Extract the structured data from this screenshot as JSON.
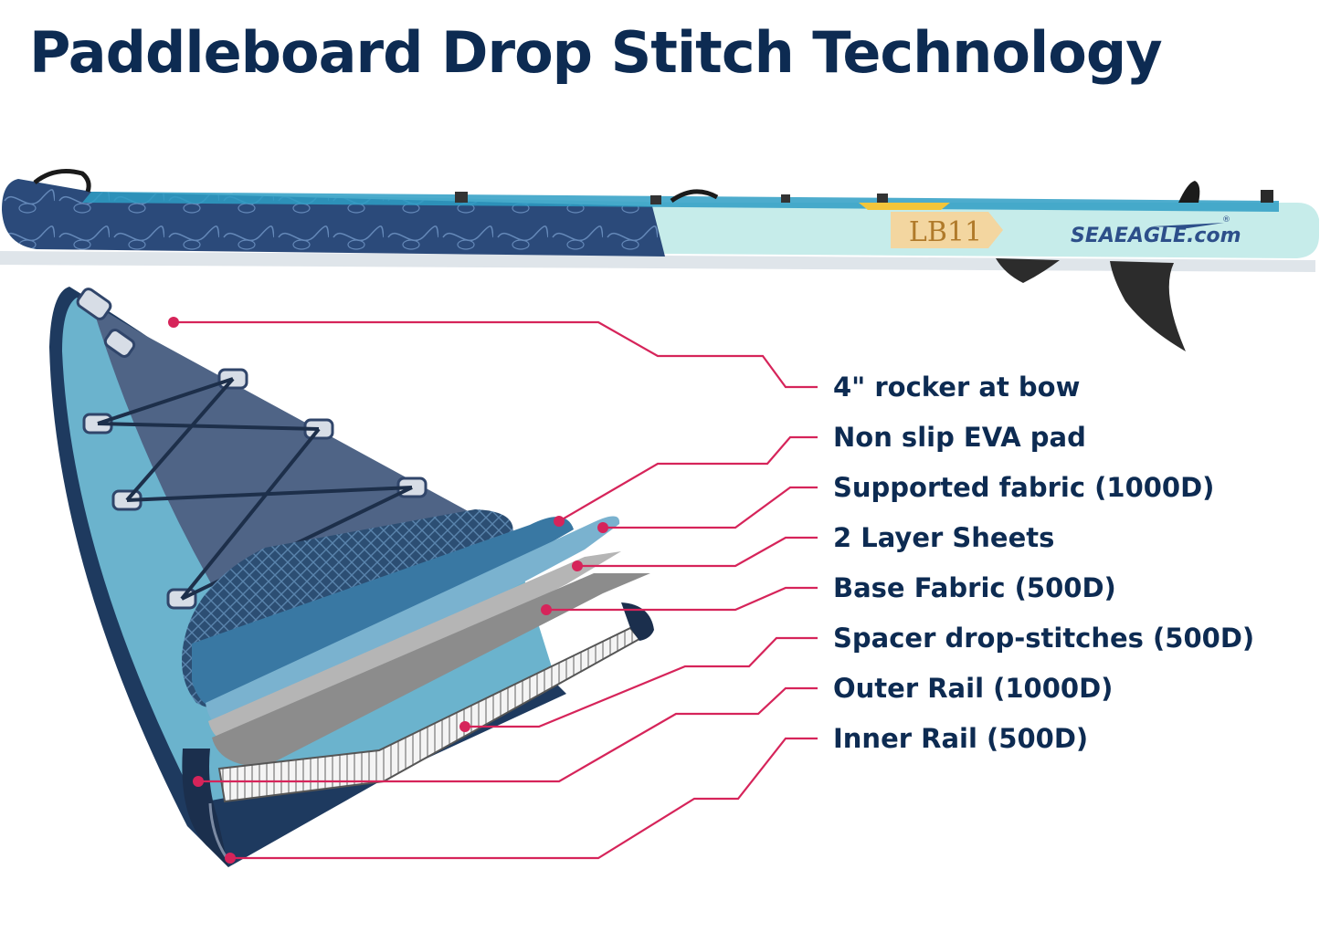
{
  "title": "Paddleboard Drop Stitch Technology",
  "board": {
    "model_badge": "LB11",
    "brand_logo": "SEAEAGLE.com",
    "brand_mark": "®"
  },
  "callouts": [
    {
      "label": "4\" rocker at bow"
    },
    {
      "label": "Non slip EVA pad"
    },
    {
      "label": "Supported fabric (1000D)"
    },
    {
      "label": "2 Layer Sheets"
    },
    {
      "label": "Base Fabric (500D)"
    },
    {
      "label": "Spacer drop-stitches (500D)"
    },
    {
      "label": "Outer Rail (1000D)"
    },
    {
      "label": "Inner Rail (500D)"
    }
  ],
  "colors": {
    "title": "#0d2b52",
    "label": "#0d2b52",
    "leader": "#d6245a",
    "board_navy": "#2b4a7a",
    "board_mint": "#c6ecea",
    "badge": "#f3d6a0",
    "cutaway_light": "#6bb3cd",
    "cutaway_dark": "#4f6486",
    "rail": "#1e3a5f"
  }
}
